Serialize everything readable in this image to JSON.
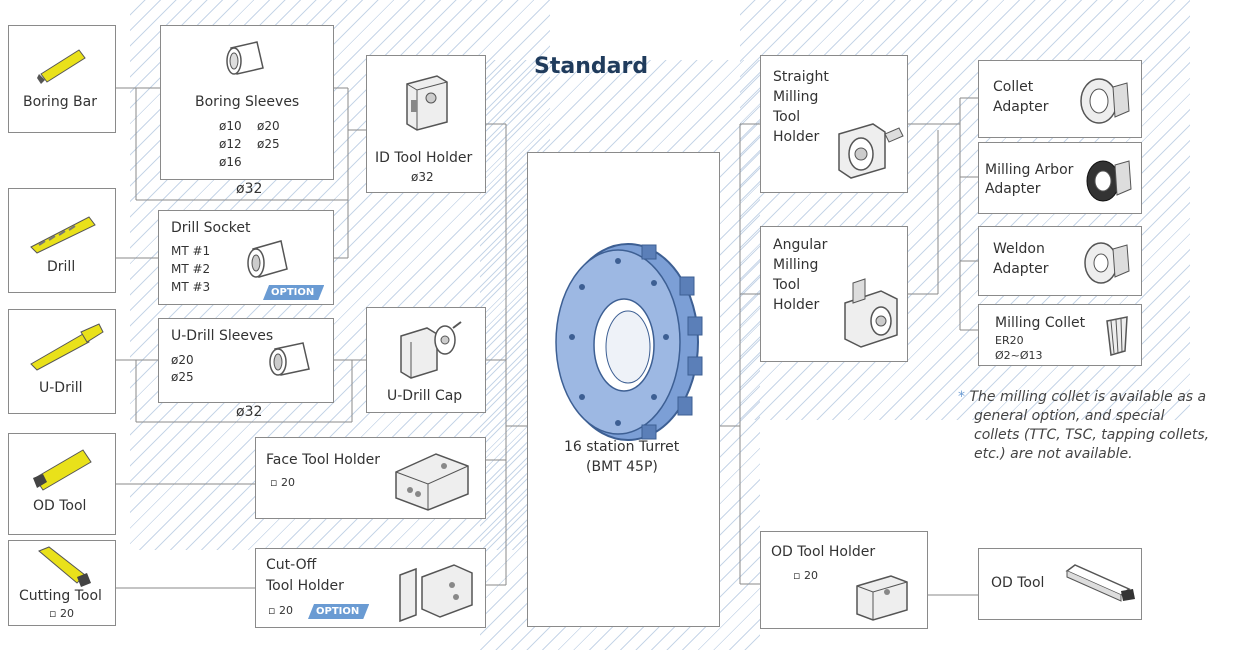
{
  "title": "Standard",
  "tools": {
    "boring_bar": "Boring Bar",
    "drill": "Drill",
    "u_drill": "U-Drill",
    "od_tool": "OD Tool",
    "cutting_tool": "Cutting Tool",
    "cutting_tool_size": "▫ 20"
  },
  "boring_sleeves": {
    "label": "Boring  Sleeves",
    "sizes": [
      "ø10",
      "ø20",
      "ø12",
      "ø25",
      "ø16"
    ],
    "bottom": "ø32"
  },
  "drill_socket": {
    "label": "Drill Socket",
    "sizes": [
      "MT #1",
      "MT #2",
      "MT #3"
    ],
    "option": "OPTION"
  },
  "u_drill_sleeves": {
    "label": "U-Drill Sleeves",
    "sizes": [
      "ø20",
      "ø25"
    ],
    "bottom": "ø32"
  },
  "id_tool_holder": {
    "label": "ID Tool Holder",
    "size": "ø32"
  },
  "u_drill_cap": {
    "label": "U-Drill Cap"
  },
  "face_tool_holder": {
    "label": "Face Tool Holder",
    "size": "▫ 20"
  },
  "cut_off_holder": {
    "label1": "Cut-Off",
    "label2": "Tool Holder",
    "size": "▫ 20",
    "option": "OPTION"
  },
  "turret": {
    "label1": "16 station Turret",
    "label2": "(BMT 45P)"
  },
  "straight_milling": {
    "lines": [
      "Straight",
      "Milling",
      "Tool",
      "Holder"
    ]
  },
  "angular_milling": {
    "lines": [
      "Angular",
      "Milling",
      "Tool",
      "Holder"
    ]
  },
  "collet_adapter": {
    "lines": [
      "Collet",
      "Adapter"
    ]
  },
  "milling_arbor": {
    "lines": [
      "Milling Arbor",
      "Adapter"
    ]
  },
  "weldon": {
    "lines": [
      "Weldon",
      "Adapter"
    ]
  },
  "milling_collet": {
    "label": "Milling Collet",
    "spec1": "ER20",
    "spec2": "Ø2~Ø13"
  },
  "note": {
    "star": "*",
    "lines": [
      "The milling collet is available as a",
      "general option, and special",
      "collets (TTC, TSC, tapping collets,",
      "etc.) are not available."
    ]
  },
  "od_tool_holder": {
    "label": "OD Tool Holder",
    "size": "▫ 20"
  },
  "od_tool_right": {
    "label": "OD  Tool"
  },
  "colors": {
    "accent": "#6a9bd3",
    "turret": "#7c9fd6",
    "tool_yellow": "#e9e11a",
    "hatch": "#c7d6e8"
  }
}
